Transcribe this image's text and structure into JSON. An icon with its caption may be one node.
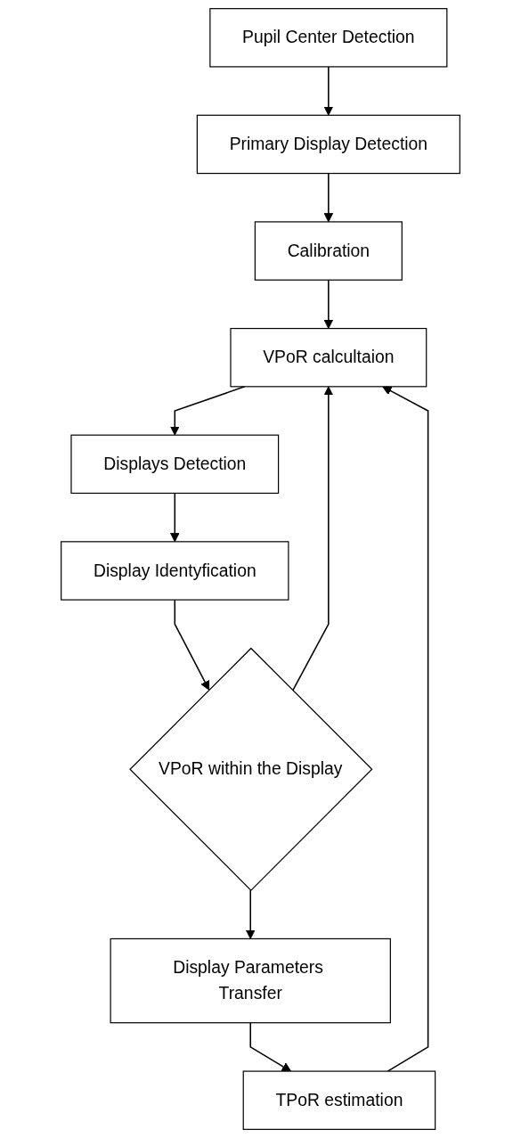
{
  "diagram": {
    "nodes": [
      {
        "text": [
          "Pupil Center Detection"
        ]
      },
      {
        "text": [
          "Primary Display Detection"
        ]
      },
      {
        "text": [
          "Calibration"
        ]
      },
      {
        "text": [
          "VPoR calcultaion"
        ]
      },
      {
        "text": [
          "Displays Detection"
        ]
      },
      {
        "text": [
          "Display Identyfication"
        ]
      },
      {
        "text": [
          "VPoR within the Display"
        ]
      },
      {
        "text": [
          "Display Parameters Transfer"
        ]
      },
      {
        "text": [
          "TPoR estimation"
        ]
      }
    ],
    "edges": [
      {
        "from": 0,
        "to": 1,
        "arrow": "to"
      },
      {
        "from": 1,
        "to": 2,
        "arrow": "to"
      },
      {
        "from": 2,
        "to": 3,
        "arrow": "to"
      },
      {
        "from": 3,
        "to": 4,
        "arrow": "to"
      },
      {
        "from": 4,
        "to": 5,
        "arrow": "to"
      },
      {
        "from": 5,
        "to": 6,
        "arrow": "to"
      },
      {
        "from": 6,
        "to": 7,
        "arrow": "to"
      },
      {
        "from": 7,
        "to": 8,
        "arrow": "to"
      },
      {
        "from": 6,
        "to": 3,
        "arrow": "to"
      },
      {
        "from": 8,
        "to": 3,
        "arrow": "to"
      }
    ]
  }
}
